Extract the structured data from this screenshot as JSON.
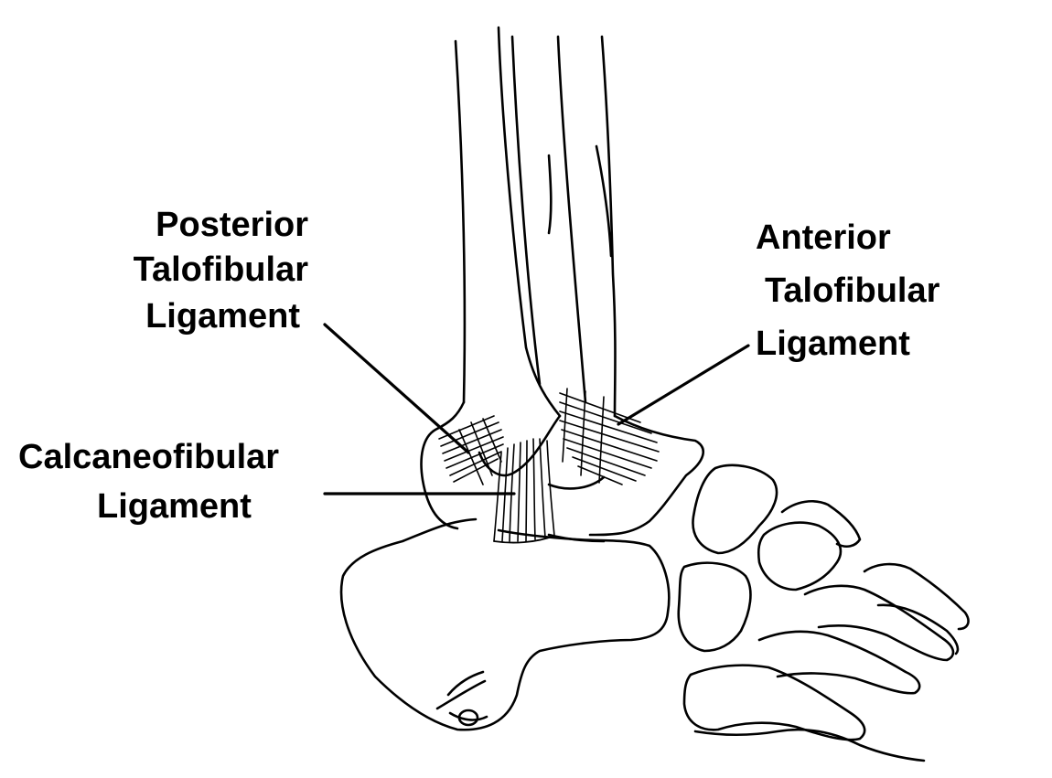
{
  "labels": {
    "posterior": [
      "Posterior",
      "Talofibular",
      "Ligament"
    ],
    "anterior": [
      "Anterior",
      "Talofibular",
      "Ligament"
    ],
    "calcaneo": [
      "Calcaneofibular",
      "Ligament"
    ]
  }
}
